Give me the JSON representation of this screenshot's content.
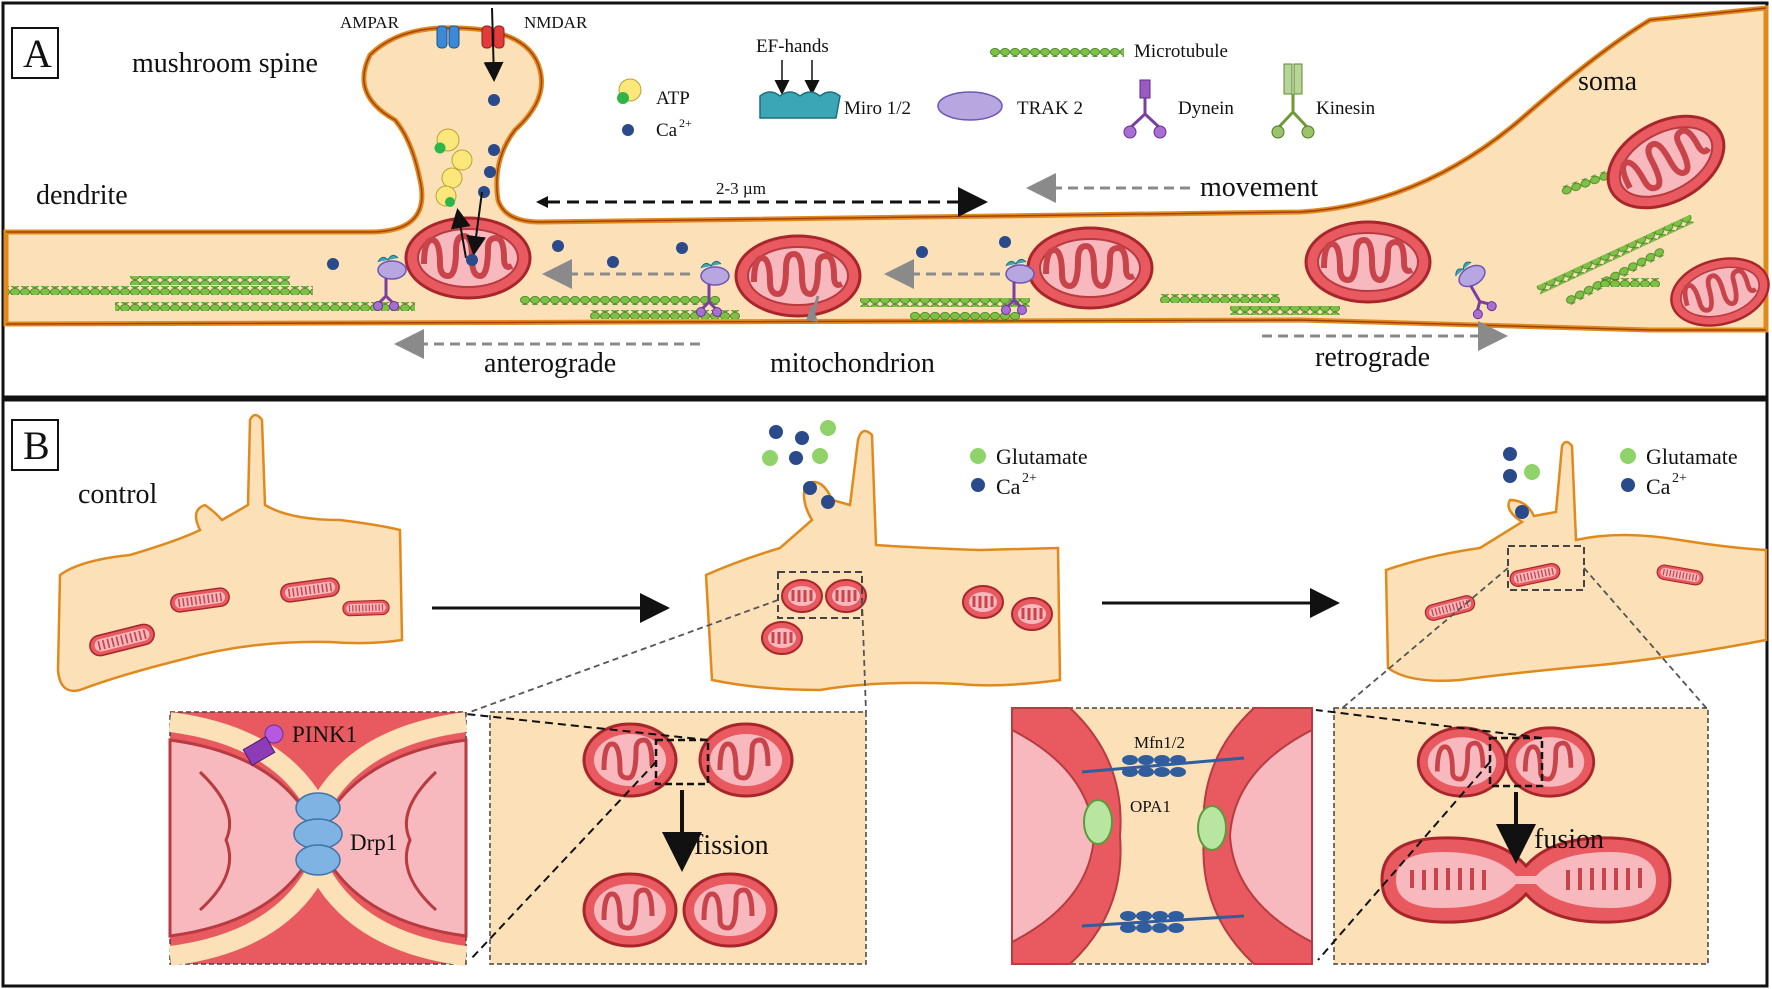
{
  "panel_a": {
    "letter": "A",
    "labels": {
      "mushroom_spine": "mushroom spine",
      "dendrite": "dendrite",
      "soma": "soma",
      "movement": "movement",
      "distance": "2-3 µm",
      "anterograde": "anterograde",
      "retrograde": "retrograde",
      "mitochondrion": "mitochondrion",
      "ampar": "AMPAR",
      "nmdar": "NMDAR"
    },
    "legend": {
      "atp": "ATP",
      "ca": "Ca",
      "ca_sup": "2+",
      "ef_hands": "EF-hands",
      "miro": "Miro 1/2",
      "trak": "TRAK 2",
      "dynein": "Dynein",
      "kinesin": "Kinesin",
      "microtubule": "Microtubule"
    }
  },
  "panel_b": {
    "letter": "B",
    "labels": {
      "control": "control",
      "glutamate": "Glutamate",
      "ca": "Ca",
      "ca_sup": "2+",
      "pink1": "PINK1",
      "drp1": "Drp1",
      "fission": "fission",
      "fusion": "fusion",
      "mfn": "Mfn1/2",
      "opa1": "OPA1"
    }
  },
  "colors": {
    "cytoplasm": "#fbe0b8",
    "membrane": "#e08a1e",
    "mito_fill": "#e85a5f",
    "mito_inner": "#f7b9bd",
    "microtubule": "#7cc143",
    "calcium": "#2a4a8c",
    "glutamate": "#8fd36a",
    "atp_yellow": "#fbe77a",
    "ampar": "#3a8ad8",
    "nmdar": "#e23b3b",
    "trak": "#b7a6e0",
    "dynein": "#9b59c2",
    "kinesin": "#6f9a3a",
    "miro": "#3aa6b6",
    "drp1": "#7fb3e3",
    "pink1": "#8e3bb8",
    "opa1": "#b8e6a0"
  }
}
